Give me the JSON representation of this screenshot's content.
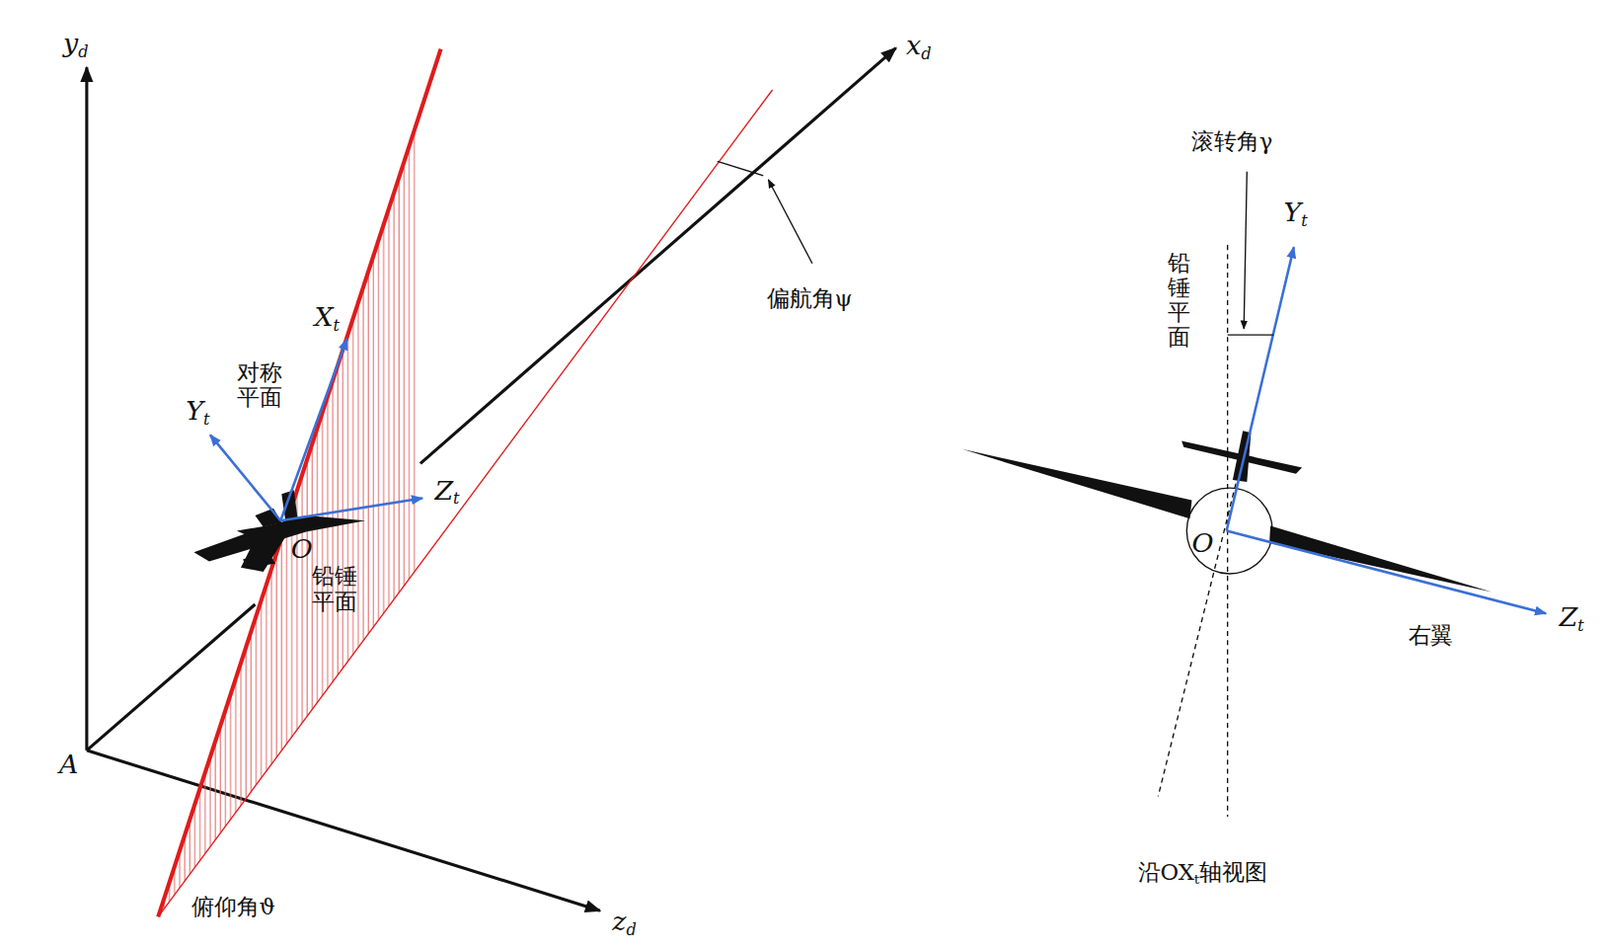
{
  "diagram": {
    "labels": [
      "yd",
      "xd",
      "偏航角ψ",
      "Xt",
      "对称 平面",
      "Yt",
      "Zt",
      "O",
      "铅锤 平面",
      "A",
      "zd",
      "俯仰角ϑ",
      "滚转角γ",
      "Yt",
      "铅锤平面",
      "O",
      "Zt",
      "右翼",
      "沿OXt轴视图"
    ]
  }
}
